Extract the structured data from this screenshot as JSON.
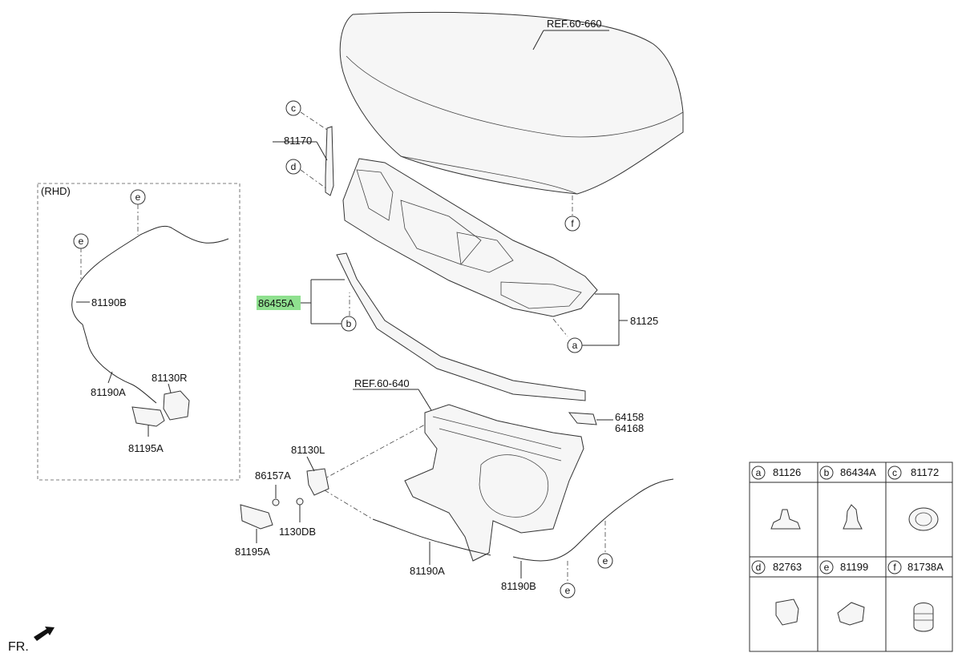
{
  "refs": {
    "hood_ref": "REF.60-660",
    "panel_ref": "REF.60-640"
  },
  "labels": {
    "rhd": "(RHD)",
    "p81170": "81170",
    "p86455a": "86455A",
    "p81125": "81125",
    "p81190b_rhd": "81190B",
    "p81190a_rhd": "81190A",
    "p81130r": "81130R",
    "p81195a_rhd": "81195A",
    "p64158": "64158",
    "p64168": "64168",
    "p81130l": "81130L",
    "p86157a": "86157A",
    "p1130db": "1130DB",
    "p81195a": "81195A",
    "p81190a": "81190A",
    "p81190b": "81190B",
    "front": "FR."
  },
  "callouts": {
    "c": "c",
    "d": "d",
    "e": "e",
    "f": "f",
    "a": "a",
    "b": "b"
  },
  "highlight_color": "#8fe08f",
  "legend": [
    {
      "letter": "a",
      "part": "81126"
    },
    {
      "letter": "b",
      "part": "86434A"
    },
    {
      "letter": "c",
      "part": "81172"
    },
    {
      "letter": "d",
      "part": "82763"
    },
    {
      "letter": "e",
      "part": "81199"
    },
    {
      "letter": "f",
      "part": "81738A"
    }
  ]
}
